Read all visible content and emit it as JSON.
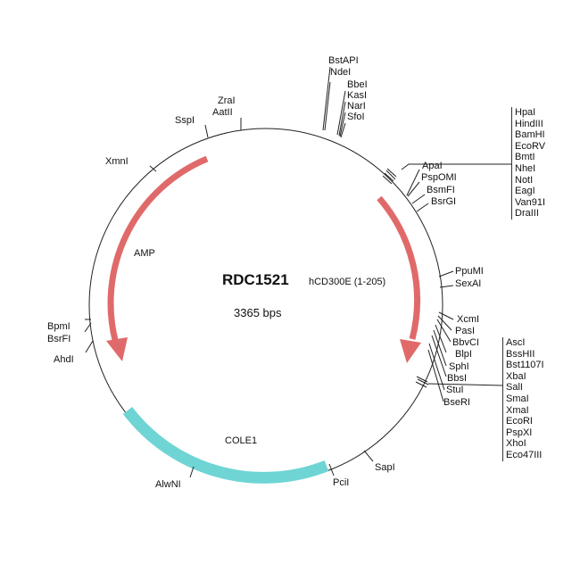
{
  "title": "RDC1521",
  "insert": "hCD300E (1-205)",
  "size": "3365 bps",
  "features": {
    "amp": "AMP",
    "cole1": "COLE1"
  },
  "colors": {
    "arrow": "#e06a6a",
    "cole1": "#6fd4d4"
  },
  "sites": {
    "top": [
      "BstAPI",
      "NdeI",
      "BbeI",
      "KasI",
      "NarI",
      "SfoI"
    ],
    "right_group1": [
      "HpaI",
      "HindIII",
      "BamHI",
      "EcoRV",
      "BmtI",
      "NheI",
      "NotI",
      "EagI",
      "Van91I",
      "DraIII"
    ],
    "right1": [
      "ApaI",
      "PspOMI",
      "BsmFI",
      "BsrGI"
    ],
    "right2": [
      "PpuMI",
      "SexAI",
      "XcmI",
      "PasI",
      "BbvCI",
      "BlpI",
      "SphI",
      "BbsI",
      "StuI",
      "BseRI"
    ],
    "right_group2": [
      "AscI",
      "BssHII",
      "Bst1107I",
      "XbaI",
      "SalI",
      "SmaI",
      "XmaI",
      "EcoRI",
      "PspXI",
      "XhoI",
      "Eco47III"
    ],
    "other": [
      "ZraI",
      "AatII",
      "SspI",
      "XmnI",
      "BpmI",
      "BsrFI",
      "AhdI",
      "AlwNI",
      "PciI",
      "SapI"
    ]
  }
}
